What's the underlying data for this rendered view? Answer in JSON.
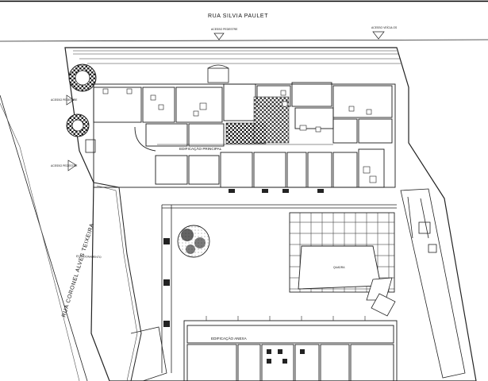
{
  "streets": {
    "top": "RUA SILVIA PAULET",
    "left": "RUA CORONEL ALVES TEIXEIRA"
  },
  "access": {
    "pedestrian_top": "ACESSO PEDESTRE",
    "vehicle_top": "ACESSO VEÍCULOS",
    "pedestrian_left_1": "ACESSO PEDESTRE",
    "pedestrian_left_2": "ACESSO PEDESTRE"
  },
  "zones": {
    "main_building": "EDIFICAÇÃO PRINCIPAL",
    "annex": "EDIFICAÇÃO ANEXA",
    "parking": "ESTACIONAMENTO",
    "court": "QUADRA"
  },
  "colors": {
    "line": "#1a1a1a",
    "hatch": "#555555",
    "fill_dark": "#222222",
    "background": "#ffffff"
  }
}
